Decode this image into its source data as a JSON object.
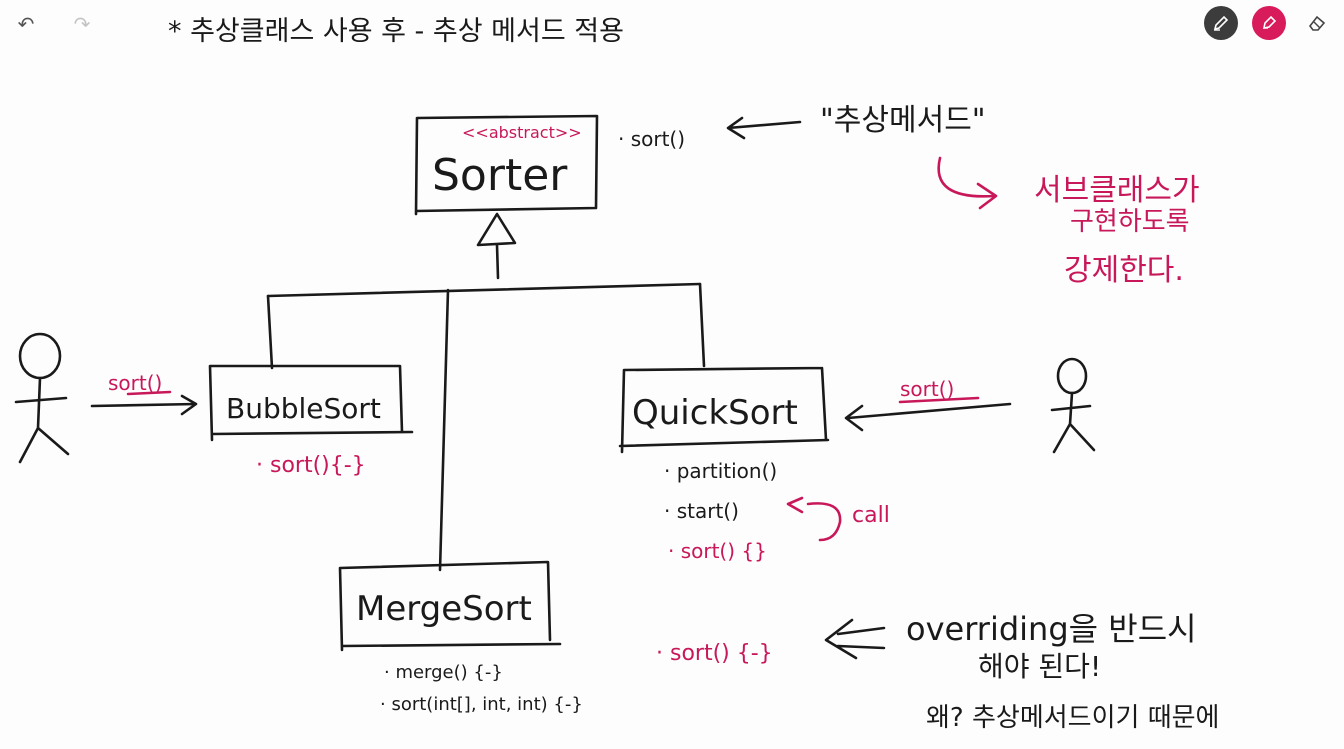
{
  "toolbar": {
    "undo_icon": "undo-icon",
    "redo_icon": "redo-icon",
    "pen_tool_icon": "pen-icon",
    "highlighter_tool_icon": "highlighter-icon",
    "eraser_tool_icon": "eraser-icon"
  },
  "colors": {
    "ink": "#1a1a1a",
    "accent": "#c8185a",
    "pen_tool_bg": "#3c3c3c",
    "highlighter_tool_bg": "#d81b5a"
  },
  "note": {
    "title": "* 추상클래스 사용 후 - 추상 메서드 적용",
    "abstract_label": "<<abstract>>",
    "sorter_label": "Sorter",
    "sorter_method": "· sort()",
    "abstract_method_quote": "\"추상메서드\"",
    "must_implement_line1": "서브클래스가",
    "must_implement_line2": "구현하도록",
    "must_implement_line3": "강제한다.",
    "bubble_label": "BubbleSort",
    "bubble_method": "· sort(){-}",
    "bubble_call": "sort()",
    "quick_label": "QuickSort",
    "quick_m1": "· partition()",
    "quick_m2": "· start()",
    "quick_m3": "· sort() {}",
    "quick_call_note": "call",
    "quick_call": "sort()",
    "merge_label": "MergeSort",
    "merge_m1": "· merge() {-}",
    "merge_m2": "· sort(int[], int, int) {-}",
    "merge_override_method": "· sort() {-}",
    "override_line1": "overriding을 반드시",
    "override_line2": "해야 된다!",
    "override_line3": "왜? 추상메서드이기 때문에"
  }
}
